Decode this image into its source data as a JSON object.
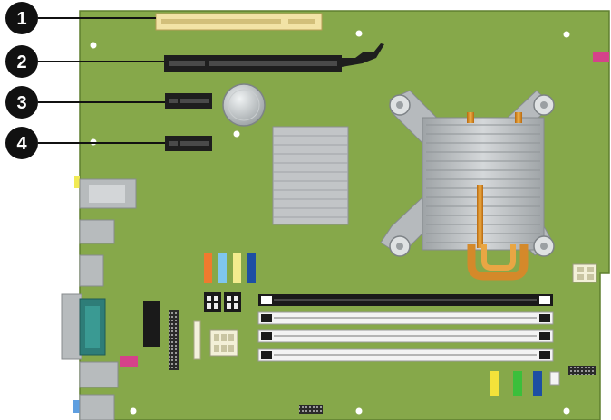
{
  "diagram": {
    "subject": "motherboard-expansion-slots",
    "colors": {
      "board": "#86a84a",
      "board_edge": "#5f7f2e",
      "callout": "#111111",
      "pci_slot": "#f2e3a6",
      "pcie_slot": "#1e1e1e",
      "heatsink": "#b9bdc0",
      "dimm_black": "#1a1a1a",
      "dimm_white": "#f3f3f3",
      "audio_orange": "#f07a2e",
      "audio_blue": "#7fc6ee",
      "audio_yellow": "#f3ec8e",
      "audio_navy": "#1d4fa3"
    },
    "callouts": [
      {
        "number": "1",
        "target": "pci-slot"
      },
      {
        "number": "2",
        "target": "pcie-x16-slot"
      },
      {
        "number": "3",
        "target": "pcie-x1-slot-top"
      },
      {
        "number": "4",
        "target": "pcie-x1-slot-bottom"
      }
    ]
  }
}
